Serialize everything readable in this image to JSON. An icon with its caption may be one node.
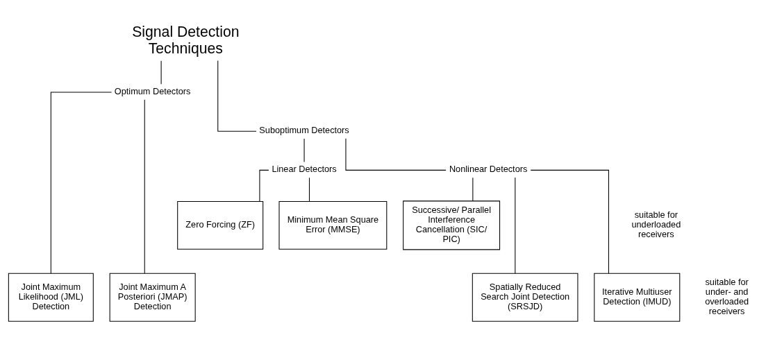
{
  "diagram": {
    "nodes": [
      {
        "text": [
          "Signal Detection Techniques"
        ]
      },
      {
        "text": [
          "Optimum Detectors"
        ]
      },
      {
        "text": [
          "Suboptimum Detectors"
        ]
      },
      {
        "text": [
          "Linear Detectors"
        ]
      },
      {
        "text": [
          "Nonlinear Detectors"
        ]
      },
      {
        "text": [
          "Zero Forcing (ZF)"
        ]
      },
      {
        "text": [
          "Minimum Mean Square Error (MMSE)"
        ]
      },
      {
        "text": [
          "Successive/ Parallel Interference Cancellation (SIC/ PIC)"
        ]
      },
      {
        "text": [
          "Joint Maximum Likelihood (JML) Detection"
        ]
      },
      {
        "text": [
          "Joint Maximum A Posteriori (JMAP) Detection"
        ]
      },
      {
        "text": [
          "Spatially Reduced Search Joint Detection (SRSJD)"
        ]
      },
      {
        "text": [
          "Iterative Multiuser Detection (IMUD)"
        ]
      }
    ],
    "edges": [
      {
        "from": 0,
        "to": 1,
        "arrow": "none"
      },
      {
        "from": 0,
        "to": 2,
        "arrow": "none"
      },
      {
        "from": 2,
        "to": 3,
        "arrow": "none"
      },
      {
        "from": 2,
        "to": 4,
        "arrow": "none"
      },
      {
        "from": 3,
        "to": 5,
        "arrow": "none"
      },
      {
        "from": 3,
        "to": 6,
        "arrow": "none"
      },
      {
        "from": 4,
        "to": 10,
        "arrow": "none"
      },
      {
        "from": 4,
        "to": 7,
        "arrow": "none"
      },
      {
        "from": 4,
        "to": 11,
        "arrow": "none"
      },
      {
        "from": 1,
        "to": 8,
        "arrow": "none"
      },
      {
        "from": 1,
        "to": 9,
        "arrow": "none"
      }
    ],
    "labels": [
      "suitable for underloaded receivers",
      "suitable for under- and overloaded receivers"
    ]
  }
}
